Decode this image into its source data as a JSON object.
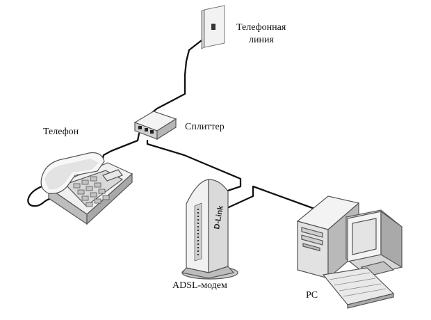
{
  "labels": {
    "phone_line_line1": "Телефонная",
    "phone_line_line2": "линия",
    "splitter": "Сплиттер",
    "phone": "Телефон",
    "modem": "ADSL-модем",
    "pc": "PC"
  },
  "modem_brand": "D-Link",
  "colors": {
    "cable": "#111111",
    "device_light": "#f4f4f4",
    "device_mid": "#d9d9d9",
    "device_dark": "#a9a9a9",
    "outline": "#555555"
  }
}
